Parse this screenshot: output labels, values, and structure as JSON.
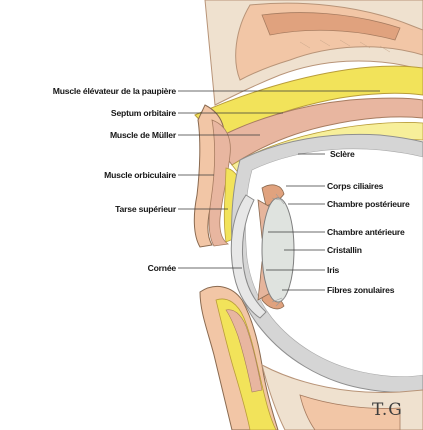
{
  "labels": {
    "left": [
      "Muscle élévateur de la paupière",
      "Septum orbitaire",
      "Muscle de Müller",
      "Muscle orbiculaire",
      "Tarse supérieur",
      "Cornée"
    ],
    "right": [
      "Sclère",
      "Corps ciliaires",
      "Chambre postérieure",
      "Chambre antérieure",
      "Cristallin",
      "Iris",
      "Fibres zonulaires"
    ]
  },
  "signature": "T.G",
  "colors": {
    "skin": "#f2c6a6",
    "skin_dark": "#e0a27e",
    "fat_yellow": "#f2e35a",
    "fat_yellow_light": "#f7ef9a",
    "bone": "#efe1cf",
    "muscle_pink": "#e8b6a0",
    "muscle_red": "#d98e78",
    "sclera_grey": "#cfcfcf",
    "lens_grey": "#dcdfdc",
    "iris": "#e6b59c",
    "outline": "#8a6a50",
    "leader": "#3a3a3a"
  }
}
